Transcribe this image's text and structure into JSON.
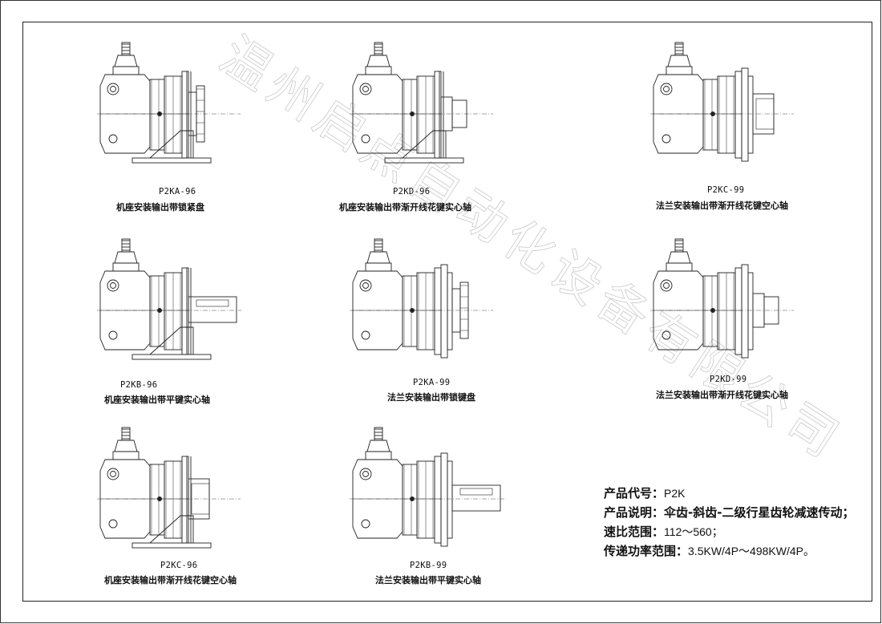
{
  "products": [
    {
      "code": "P2KA-96",
      "desc": "机座安装输出带锁紧盘",
      "mount": "foot",
      "output": "disc"
    },
    {
      "code": "P2KD-96",
      "desc": "机座安装输出带渐开线花键实心轴",
      "mount": "foot",
      "output": "spline_solid"
    },
    {
      "code": "P2KC-99",
      "desc": "法兰安装输出带渐开线花键空心轴",
      "mount": "flange",
      "output": "spline_hollow"
    },
    {
      "code": "P2KB-96",
      "desc": "机座安装输出带平键实心轴",
      "mount": "foot",
      "output": "key_solid"
    },
    {
      "code": "P2KA-99",
      "desc": "法兰安装输出带锁键盘",
      "mount": "flange",
      "output": "disc"
    },
    {
      "code": "P2KD-99",
      "desc": "法兰安装输出带渐开线花键实心轴",
      "mount": "flange",
      "output": "spline_solid"
    },
    {
      "code": "P2KC-96",
      "desc": "机座安装输出带渐开线花键空心轴",
      "mount": "foot",
      "output": "spline_hollow"
    },
    {
      "code": "P2KB-99",
      "desc": "法兰安装输出带平键实心轴",
      "mount": "flange",
      "output": "key_solid"
    }
  ],
  "specs": {
    "code_label": "产品代号：",
    "code_value": "P2K",
    "desc_label": "产品说明：",
    "desc_value": "伞齿-斜齿-二级行星齿轮减速传动；",
    "ratio_label": "速比范围：",
    "ratio_value": "112～560；",
    "power_label": "传递功率范围：",
    "power_value": "3.5KW/4P～498KW/4P。"
  },
  "watermark": "温州启点自动化设备有限公司"
}
